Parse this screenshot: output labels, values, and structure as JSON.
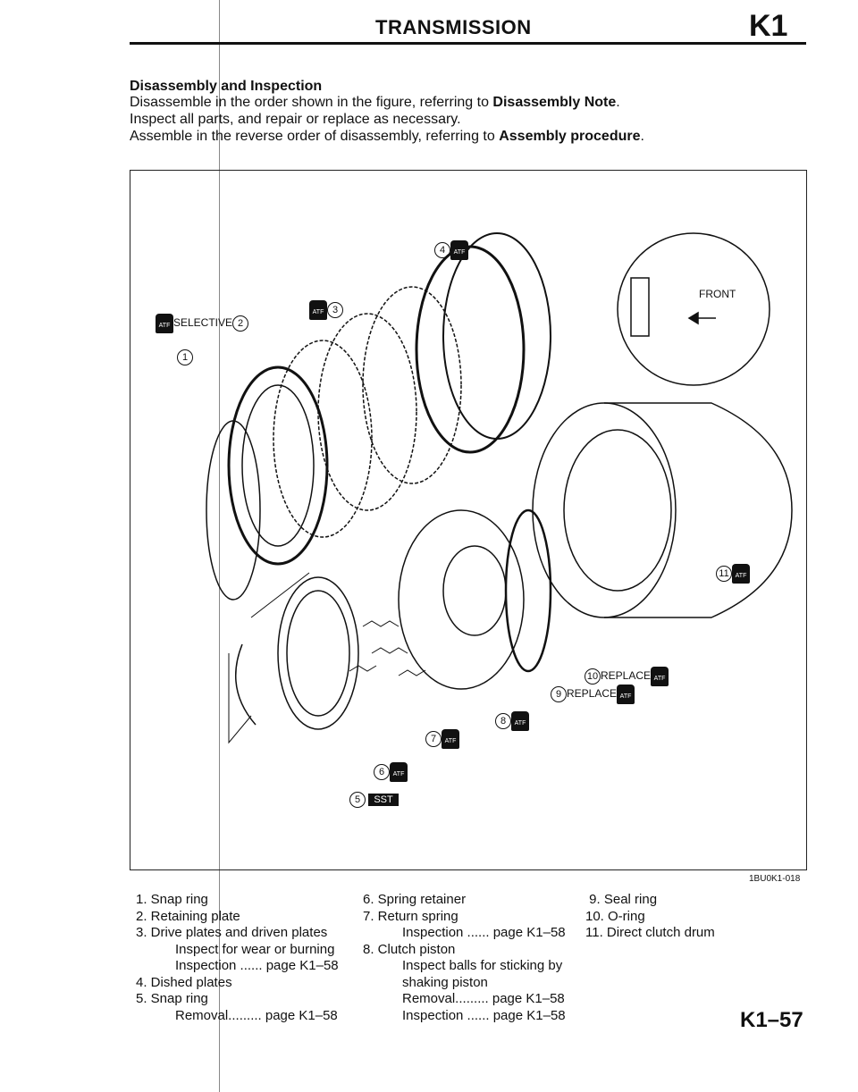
{
  "header": {
    "title": "TRANSMISSION",
    "section_code": "K1"
  },
  "section": {
    "title": "Disassembly and Inspection",
    "intro": [
      {
        "text": "Disassemble in the order shown in the figure, referring to ",
        "bold": "Disassembly Note",
        "end": "."
      },
      {
        "text": "Inspect all parts, and repair or replace as necessary.",
        "bold": "",
        "end": ""
      },
      {
        "text": "Assemble in the reverse order of disassembly, referring to ",
        "bold": "Assembly procedure",
        "end": "."
      }
    ]
  },
  "figure": {
    "code": "1BU0K1-018",
    "front_label": "FRONT",
    "selective": "SELECTIVE",
    "replace": "REPLACE",
    "atf": "ATF",
    "sst": "SST",
    "callouts": [
      "1",
      "2",
      "3",
      "4",
      "5",
      "6",
      "7",
      "8",
      "9",
      "10",
      "11"
    ]
  },
  "parts": {
    "col1": [
      "1. Snap ring",
      "2. Retaining plate",
      "3. Drive plates and driven plates",
      "Inspect for wear or burning",
      "Inspection ...... page K1–58",
      "4. Dished plates",
      "5. Snap ring",
      "Removal......... page K1–58"
    ],
    "col2": [
      "6. Spring retainer",
      "7. Return spring",
      "Inspection ...... page K1–58",
      "8. Clutch piston",
      "Inspect balls for sticking by",
      "shaking piston",
      "Removal......... page K1–58",
      "Inspection ...... page K1–58"
    ],
    "col3": [
      " 9. Seal ring",
      "10. O-ring",
      "11. Direct clutch drum"
    ]
  },
  "footer": {
    "page": "K1–57"
  }
}
